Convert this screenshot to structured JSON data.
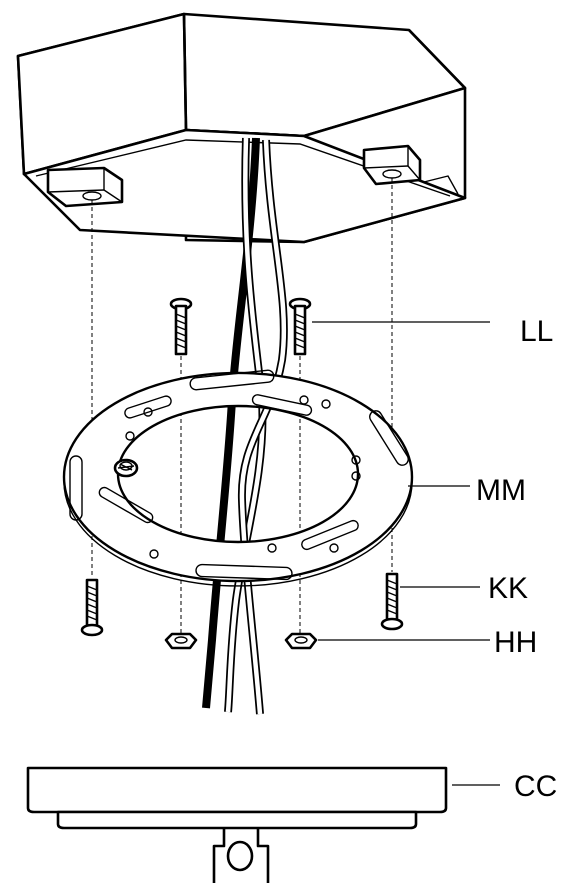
{
  "callouts": {
    "ll": "LL",
    "mm": "MM",
    "kk": "KK",
    "hh": "HH",
    "cc": "CC"
  }
}
